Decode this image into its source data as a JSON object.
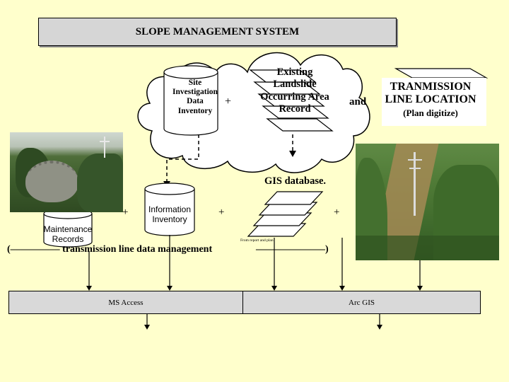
{
  "title": "SLOPE MANAGEMENT SYSTEM",
  "cloud_left": {
    "label_lines": [
      "Site",
      "Investigation",
      "Data",
      "Inventory"
    ]
  },
  "cloud_right": {
    "label_lines": [
      "Existing",
      "Landslide",
      "Occurring Area",
      "Record"
    ]
  },
  "plus_signs": [
    "+",
    "+",
    "+",
    "+"
  ],
  "and_label": "and",
  "transmission": {
    "line1": "TRANMISSION",
    "line2": "LINE LOCATION",
    "line3": "(Plan digitize)"
  },
  "gis_label": "GIS database.",
  "information_inventory": {
    "lines": [
      "Information",
      "Inventory"
    ]
  },
  "maintenance_records": {
    "lines": [
      "Maintenance",
      "Records"
    ]
  },
  "stack_caption": "From report and plan",
  "management_line": {
    "left": "(–––––––––– transmission line data management",
    "right": "––––––––––––––)"
  },
  "ms_access": "MS Access",
  "arc_gis": "Arc GIS",
  "colors": {
    "background": "#ffffcc",
    "box_gray": "#d9d9d9",
    "title_gray": "#d6d6d6",
    "cloud_fill": "#ffffff"
  },
  "icons": [
    "landslide-photo",
    "transmission-tower-photo"
  ]
}
